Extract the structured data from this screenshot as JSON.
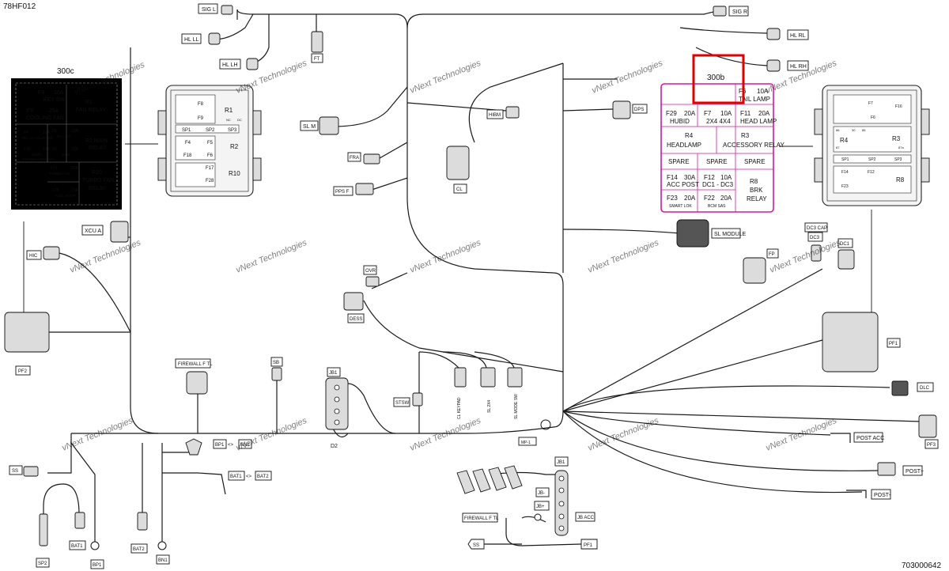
{
  "header": {
    "figure_id": "78HF012",
    "part_number": "703000642"
  },
  "watermark": {
    "text": "vNext Technologies"
  },
  "highlight": {
    "label": "300b",
    "color": "#e00000"
  },
  "table_border_color": "#e0139a",
  "left_panel": {
    "title": "300c",
    "rows": [
      {
        "cells": [
          {
            "a": "F8",
            "b": "10A",
            "c": "KEY SW"
          },
          {
            "a": "",
            "b": "",
            "c": ""
          }
        ]
      }
    ],
    "f8": {
      "id": "F8",
      "amp": "10A",
      "name": "KEY SW"
    },
    "f9": {
      "id": "F9",
      "amp": "25A",
      "name": "COOLING FAN"
    },
    "r1": {
      "id": "R1",
      "name": "FAN RELAY"
    },
    "f4": {
      "id": "F4",
      "amp": "10A",
      "name": "RELAY / CLUSTER"
    },
    "f5": {
      "id": "F5",
      "amp": "10A",
      "name": "INJ / IGN"
    },
    "f18": {
      "id": "F18",
      "amp": "10A",
      "name1": "EURP",
      "name2": "OXYGEN SENSOR"
    },
    "f6": {
      "id": "F6",
      "amp": "10A",
      "name": "ECM"
    },
    "r2": {
      "id": "R2 MAIN",
      "name": "RELAY"
    },
    "f17": {
      "id": "F17",
      "amp": "25A",
      "name": "TURBO FAN"
    },
    "r10": {
      "id": "R10",
      "name1": "TURBO FAN",
      "name2": "RELAY"
    },
    "f28": {
      "id": "F28",
      "amp": "10A",
      "name": "FUEL PUMP"
    }
  },
  "right_table": {
    "r1": {
      "a": "F6",
      "b": "10A",
      "c": "TAIL LAMP"
    },
    "r2": [
      {
        "id": "F29",
        "amp": "20A",
        "name": "HUBID"
      },
      {
        "id": "F7",
        "amp": "10A",
        "name": "2X4  4X4"
      },
      {
        "id": "F11",
        "amp": "20A",
        "name": "HEAD LAMP"
      }
    ],
    "r3a": {
      "id": "R4",
      "name": "HEADLAMP"
    },
    "r3b": {
      "id": "R3",
      "name": "ACCESSORY RELAY"
    },
    "spare": [
      "SPARE",
      "SPARE",
      "SPARE"
    ],
    "r5": [
      {
        "id": "F14",
        "amp": "30A",
        "name": "ACC POST"
      },
      {
        "id": "F12",
        "amp": "10A",
        "name": "DC1 - DC3"
      }
    ],
    "r6": [
      {
        "id": "F23",
        "amp": "20A",
        "name": "SMART LOK"
      },
      {
        "id": "F22",
        "amp": "20A",
        "name": "BCM SAS"
      }
    ],
    "r8": {
      "id": "R8",
      "name1": "BRK",
      "name2": "RELAY"
    }
  },
  "center_fusebox": {
    "fuses": [
      "F8",
      "F9",
      "SP1",
      "SP2",
      "SP3",
      "F4",
      "F5",
      "F18",
      "F6",
      "F17",
      "F28"
    ],
    "relays": [
      "R1",
      "R2",
      "R10"
    ],
    "marks": [
      "NC",
      "DC"
    ]
  },
  "right_fusebox": {
    "fuses": [
      "F6",
      "F7",
      "F16",
      "F14",
      "F23",
      "SP1",
      "SP2",
      "SP3",
      "F12"
    ],
    "relays": [
      "R4",
      "R3",
      "R8"
    ],
    "pins": [
      "86",
      "30",
      "85",
      "87",
      "87a"
    ]
  },
  "tags": {
    "sig_l": "SIG L",
    "sig_r": "SIG R",
    "hl_ll": "HL LL",
    "hl_lh": "HL LH",
    "hl_rl": "HL RL",
    "hl_rh": "HL RH",
    "ft": "FT",
    "sl_m": "SL M",
    "fra": "FRA",
    "pps_f": "PPS F",
    "xcu_a": "XCU A",
    "hic": "HIC",
    "pf2": "PF2",
    "hibm": "HIBM",
    "dps": "DPS",
    "cl": "CL",
    "sl_module": "SL MODULE",
    "ovr": "OVR",
    "dess": "DESS",
    "fp": "FP",
    "dc3_cap": "DC3 CAP",
    "dc3": "DC3",
    "dc1": "DC1",
    "pf1": "PF1",
    "dlc": "DLC",
    "post_acc": "POST ACC",
    "pf3": "PF3",
    "post_plus": "POST+",
    "post_minus": "POST-",
    "firewall_f_tl": "FIREWALL F TL",
    "sb": "SB",
    "jb1": "JB1",
    "d2": "D2",
    "stsw": "STSW",
    "cl_keypad": "CL KEYPAD",
    "sl_2x4": "SL 2X4",
    "sl_mode_sw": "SL MODE SW",
    "mp1": "MP-1",
    "bp1": "BP1",
    "bn1": "BN1",
    "bat1": "BAT1",
    "bat2": "BAT2",
    "arrow_lr": "<>",
    "ss": "SS",
    "sp2": "SP2",
    "bn1_bottom": "BN1",
    "bp1_bottom": "BP1",
    "bat1_bottom": "BAT1",
    "bat2_bottom": "BAT2",
    "jb1_bottom": "JB1",
    "jb_minus": "JB-",
    "jb_plus": "JB+",
    "jb_acc": "JB ACC",
    "firewall_bottom": "FIREWALL F TL",
    "ss_bottom": "SS",
    "pf1_bottom": "PF1"
  }
}
